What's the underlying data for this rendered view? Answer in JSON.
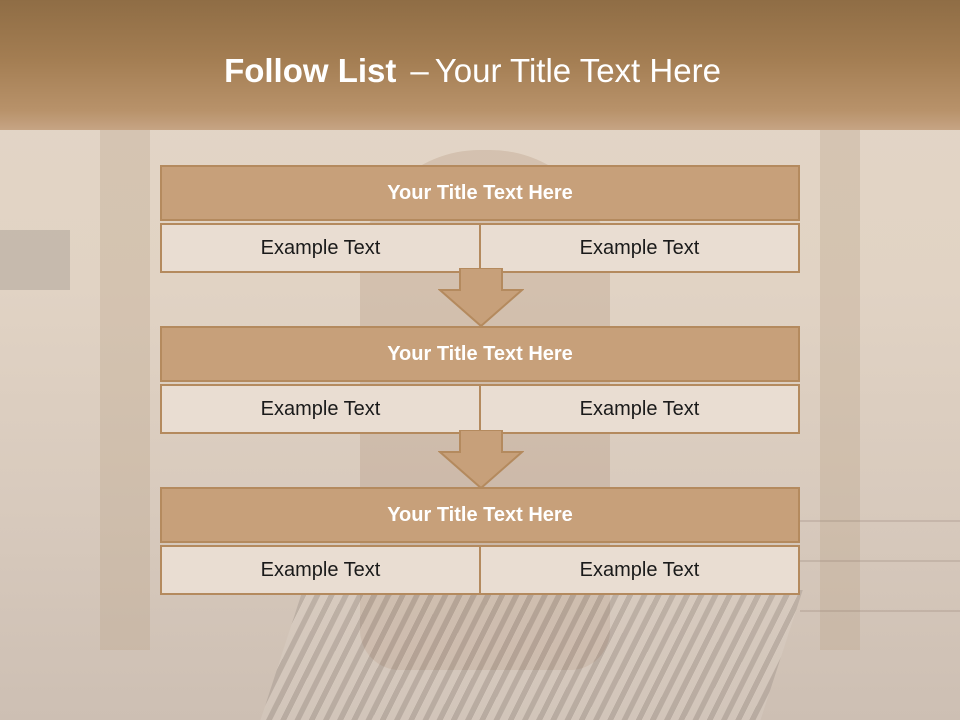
{
  "header": {
    "title_bold": "Follow List",
    "title_sep": "–",
    "title_rest": "Your Title Text Here"
  },
  "blocks": [
    {
      "title": "Your Title Text Here",
      "left": "Example Text",
      "right": "Example Text"
    },
    {
      "title": "Your Title Text Here",
      "left": "Example Text",
      "right": "Example Text"
    },
    {
      "title": "Your Title Text Here",
      "left": "Example Text",
      "right": "Example Text"
    }
  ],
  "colors": {
    "header": "#a37d52",
    "block_title": "#c7a07a",
    "cell": "#e9ddd2",
    "border": "#b48a5e",
    "arrow": "#c7a07a"
  }
}
